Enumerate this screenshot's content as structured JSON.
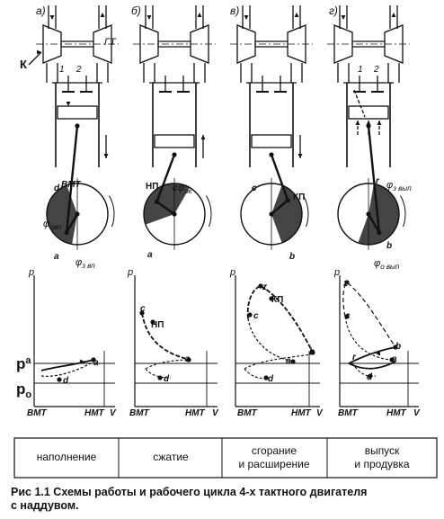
{
  "panel_letters": [
    "а)",
    "б)",
    "в)",
    "г)"
  ],
  "labels": {
    "gt": "ГТ",
    "k": "К",
    "valve_1": "1",
    "valve_2": "2",
    "bmt": "ВМТ",
    "nmt": "НМТ",
    "np": "НП",
    "kp": "КП",
    "phi_vp": "φ",
    "phi_vp_sub": "з вп",
    "phi_ovp": "φ",
    "phi_ovp_sub": "овп",
    "phi_ok": "φ",
    "phi_ok_sub": "ок",
    "phi_zvyp": "φ",
    "phi_zvyp_sub": "з вып",
    "phi_ovyp": "φ",
    "phi_ovyp_sub": "о вып",
    "p_axis": "p",
    "v_axis": "V",
    "pa": "p",
    "pa_sub": "a",
    "po": "p",
    "po_sub": "o",
    "a": "a",
    "b": "b",
    "c": "c",
    "d": "d",
    "z": "z",
    "r": "r"
  },
  "stages": [
    "наполнение",
    "сжатие",
    "сгорание\nи расширение",
    "выпуск\nи продувка"
  ],
  "stage_lines": [
    [
      "наполнение"
    ],
    [
      "сжатие"
    ],
    [
      "сгорание",
      "и расширение"
    ],
    [
      "выпуск",
      "и продувка"
    ]
  ],
  "caption": {
    "line1": "Рис 1.1 Схемы работы и рабочего цикла 4-х тактного двигателя",
    "line2": "с наддувом."
  }
}
